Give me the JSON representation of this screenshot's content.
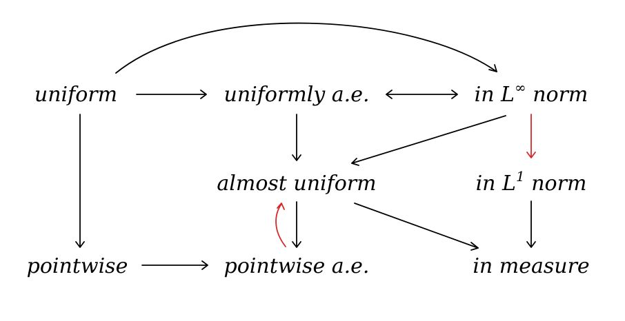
{
  "nodes": {
    "uniform": {
      "text": "uniform"
    },
    "uniformly_ae": {
      "text": "uniformly a.e."
    },
    "linf": {
      "prefix": "in L",
      "sup": "∞",
      "suffix": " norm"
    },
    "almost_uniform": {
      "text": "almost uniform"
    },
    "l1": {
      "prefix": "in L",
      "sup": "1",
      "suffix": " norm"
    },
    "pointwise": {
      "text": "pointwise"
    },
    "pointwise_ae": {
      "text": "pointwise a.e."
    },
    "measure": {
      "text": "in measure"
    }
  },
  "colors": {
    "default": "#000000",
    "highlight": "#d62728"
  }
}
